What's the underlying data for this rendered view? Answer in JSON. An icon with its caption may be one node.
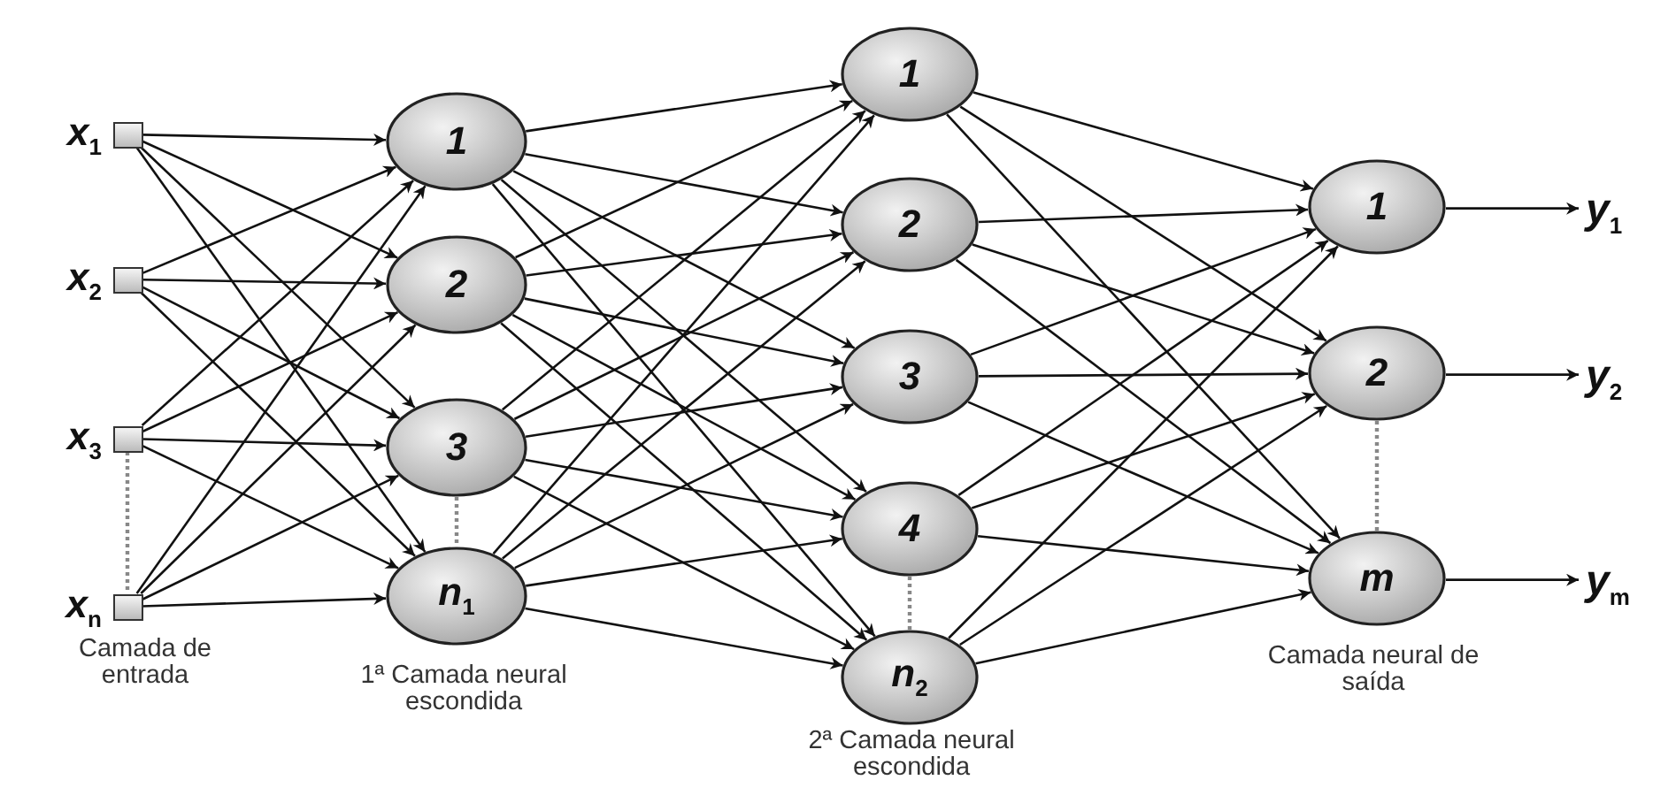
{
  "diagram": {
    "nodes": [
      {
        "text": [],
        "shape": "box",
        "beside": [
          "x$_{1}$"
        ]
      },
      {
        "text": [],
        "shape": "box",
        "beside": [
          "x$_{2}$"
        ]
      },
      {
        "text": [],
        "shape": "box",
        "beside": [
          "x$_{3}$"
        ]
      },
      {
        "text": [],
        "shape": "box",
        "beside": [
          "x$_{n}$"
        ]
      },
      {
        "text": [
          "1"
        ]
      },
      {
        "text": [
          "2"
        ]
      },
      {
        "text": [
          "3"
        ]
      },
      {
        "text": [
          "n$_{1}$"
        ]
      },
      {
        "text": [
          "1"
        ]
      },
      {
        "text": [
          "2"
        ]
      },
      {
        "text": [
          "3"
        ]
      },
      {
        "text": [
          "4"
        ]
      },
      {
        "text": [
          "n$_{2}$"
        ]
      },
      {
        "text": [
          "1"
        ]
      },
      {
        "text": [
          "2"
        ]
      },
      {
        "text": [
          "m"
        ]
      },
      {
        "text": [
          "y$_{1}$"
        ]
      },
      {
        "text": [
          "y$_{2}$"
        ]
      },
      {
        "text": [
          "y$_{m}$"
        ]
      }
    ],
    "edges": [
      {
        "from": 0,
        "to": 4,
        "arrow": "to"
      },
      {
        "from": 0,
        "to": 5,
        "arrow": "to"
      },
      {
        "from": 0,
        "to": 6,
        "arrow": "to"
      },
      {
        "from": 0,
        "to": 7,
        "arrow": "to"
      },
      {
        "from": 1,
        "to": 4,
        "arrow": "to"
      },
      {
        "from": 1,
        "to": 5,
        "arrow": "to"
      },
      {
        "from": 1,
        "to": 6,
        "arrow": "to"
      },
      {
        "from": 1,
        "to": 7,
        "arrow": "to"
      },
      {
        "from": 2,
        "to": 4,
        "arrow": "to"
      },
      {
        "from": 2,
        "to": 5,
        "arrow": "to"
      },
      {
        "from": 2,
        "to": 6,
        "arrow": "to"
      },
      {
        "from": 2,
        "to": 7,
        "arrow": "to"
      },
      {
        "from": 3,
        "to": 4,
        "arrow": "to"
      },
      {
        "from": 3,
        "to": 5,
        "arrow": "to"
      },
      {
        "from": 3,
        "to": 6,
        "arrow": "to"
      },
      {
        "from": 3,
        "to": 7,
        "arrow": "to"
      },
      {
        "from": 4,
        "to": 8,
        "arrow": "to"
      },
      {
        "from": 4,
        "to": 9,
        "arrow": "to"
      },
      {
        "from": 4,
        "to": 10,
        "arrow": "to"
      },
      {
        "from": 4,
        "to": 11,
        "arrow": "to"
      },
      {
        "from": 4,
        "to": 12,
        "arrow": "to"
      },
      {
        "from": 5,
        "to": 8,
        "arrow": "to"
      },
      {
        "from": 5,
        "to": 9,
        "arrow": "to"
      },
      {
        "from": 5,
        "to": 10,
        "arrow": "to"
      },
      {
        "from": 5,
        "to": 11,
        "arrow": "to"
      },
      {
        "from": 5,
        "to": 12,
        "arrow": "to"
      },
      {
        "from": 6,
        "to": 8,
        "arrow": "to"
      },
      {
        "from": 6,
        "to": 9,
        "arrow": "to"
      },
      {
        "from": 6,
        "to": 10,
        "arrow": "to"
      },
      {
        "from": 6,
        "to": 11,
        "arrow": "to"
      },
      {
        "from": 6,
        "to": 12,
        "arrow": "to"
      },
      {
        "from": 7,
        "to": 8,
        "arrow": "to"
      },
      {
        "from": 7,
        "to": 9,
        "arrow": "to"
      },
      {
        "from": 7,
        "to": 10,
        "arrow": "to"
      },
      {
        "from": 7,
        "to": 11,
        "arrow": "to"
      },
      {
        "from": 7,
        "to": 12,
        "arrow": "to"
      },
      {
        "from": 8,
        "to": 13,
        "arrow": "to"
      },
      {
        "from": 8,
        "to": 14,
        "arrow": "to"
      },
      {
        "from": 8,
        "to": 15,
        "arrow": "to"
      },
      {
        "from": 9,
        "to": 13,
        "arrow": "to"
      },
      {
        "from": 9,
        "to": 14,
        "arrow": "to"
      },
      {
        "from": 9,
        "to": 15,
        "arrow": "to"
      },
      {
        "from": 10,
        "to": 13,
        "arrow": "to"
      },
      {
        "from": 10,
        "to": 14,
        "arrow": "to"
      },
      {
        "from": 10,
        "to": 15,
        "arrow": "to"
      },
      {
        "from": 11,
        "to": 13,
        "arrow": "to"
      },
      {
        "from": 11,
        "to": 14,
        "arrow": "to"
      },
      {
        "from": 11,
        "to": 15,
        "arrow": "to"
      },
      {
        "from": 12,
        "to": 13,
        "arrow": "to"
      },
      {
        "from": 12,
        "to": 14,
        "arrow": "to"
      },
      {
        "from": 12,
        "to": 15,
        "arrow": "to"
      },
      {
        "from": 13,
        "to": 16,
        "arrow": "to"
      },
      {
        "from": 14,
        "to": 17,
        "arrow": "to"
      },
      {
        "from": 15,
        "to": 18,
        "arrow": "to"
      },
      {
        "from": 2,
        "to": 3,
        "arrow": "none",
        "style": "dashed",
        "color": "#888888"
      },
      {
        "from": 6,
        "to": 7,
        "arrow": "none",
        "style": "dashed",
        "color": "#888888"
      },
      {
        "from": 11,
        "to": 12,
        "arrow": "none",
        "style": "dashed",
        "color": "#888888"
      },
      {
        "from": 14,
        "to": 15,
        "arrow": "none",
        "style": "dashed",
        "color": "#888888"
      }
    ],
    "labels": [
      "Camada de entrada",
      "1ª Camada neural escondida",
      "2ª Camada neural escondida",
      "Camada neural de saída"
    ]
  }
}
